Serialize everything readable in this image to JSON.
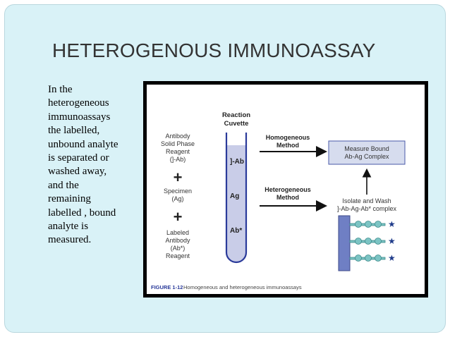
{
  "slide": {
    "title": "HETEROGENOUS IMMUNOASSAY",
    "body_lines": [
      "In the",
      "heterogeneous",
      "immunoassays",
      "the labelled,",
      "unbound analyte",
      "is separated or",
      "washed away,",
      "and the",
      "remaining",
      "labelled , bound",
      "analyte is",
      "measured."
    ]
  },
  "figure": {
    "reaction_cuvette": [
      "Reaction",
      "Cuvette"
    ],
    "reagent1": [
      "Antibody",
      "Solid Phase",
      "Reagent",
      "(]-Ab)"
    ],
    "plus": "+",
    "specimen": [
      "Specimen",
      "(Ag)"
    ],
    "reagent2": [
      "Labeled",
      "Antibody",
      "(Ab*)",
      "Reagent"
    ],
    "tube_ab": "]-Ab",
    "tube_ag": "Ag",
    "tube_abstar": "Ab*",
    "homogeneous": [
      "Homogeneous",
      "Method"
    ],
    "heterogeneous": [
      "Heterogeneous",
      "Method"
    ],
    "measure": [
      "Measure Bound",
      "Ab-Ag Complex"
    ],
    "isolate": [
      "Isolate and Wash",
      "]-Ab-Ag-Ab* complex"
    ],
    "caption_label": "FIGURE 1-12",
    "caption_text": "Homogeneous and heterogeneous immunoassays",
    "colors": {
      "tube_fill": "#c9cde8",
      "box_fill": "#d6dcee",
      "solid_phase": "#6f7fc4",
      "complex": "#7cc4c4",
      "star": "#1f3b8a"
    }
  }
}
